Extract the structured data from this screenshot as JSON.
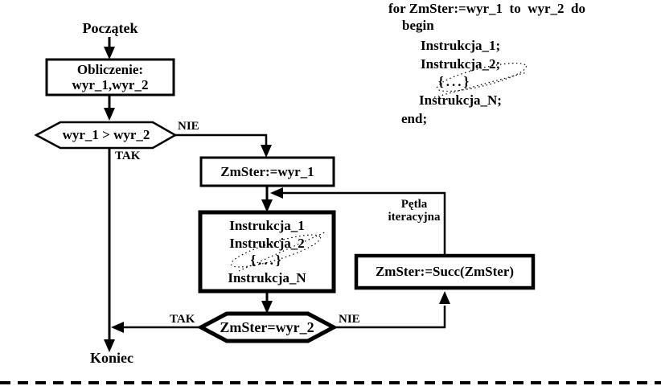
{
  "colors": {
    "ink": "#000000",
    "background": "#ffffff"
  },
  "flowchart": {
    "start_label": "Początek",
    "compute_box": {
      "line1": "Obliczenie:",
      "line2": "wyr_1,wyr_2"
    },
    "decision_top": {
      "text": "wyr_1 > wyr_2",
      "no_label": "NIE",
      "yes_label": "TAK"
    },
    "init_box": "ZmSter:=wyr_1",
    "body_box": {
      "lines": [
        "Instrukcja_1",
        "Instrukcja_2",
        "{...}",
        "Instrukcja_N"
      ]
    },
    "succ_box": "ZmSter:=Succ(ZmSter)",
    "loop_annotation": {
      "line1": "Pętla",
      "line2": "iteracyjna"
    },
    "decision_bottom": {
      "text": "ZmSter=wyr_2",
      "yes_label": "TAK",
      "no_label": "NIE"
    },
    "end_label": "Koniec"
  },
  "code_listing": {
    "lines": [
      "for ZmSter:=wyr_1  to  wyr_2  do",
      "begin",
      "Instrukcja_1;",
      "Instrukcja_2;",
      "{...}",
      "Instrukcja_N;",
      "end;"
    ]
  }
}
